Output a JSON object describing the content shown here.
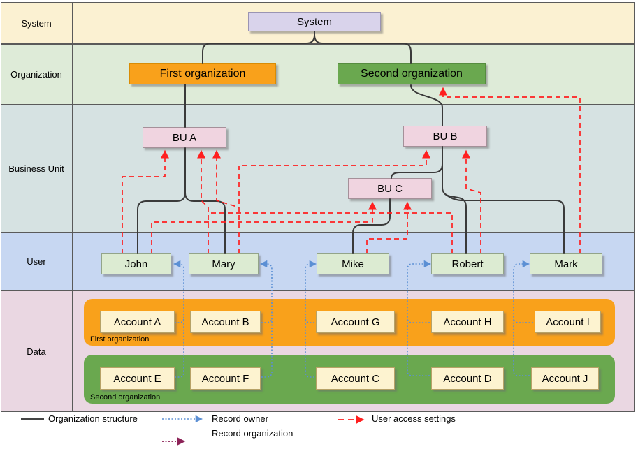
{
  "lanes": [
    "System",
    "Organization",
    "Business Unit",
    "User",
    "Data"
  ],
  "nodes": {
    "system": "System",
    "first_org": "First organization",
    "second_org": "Second organization",
    "bu_a": "BU A",
    "bu_b": "BU B",
    "bu_c": "BU C",
    "users": [
      "John",
      "Mary",
      "Mike",
      "Robert",
      "Mark"
    ],
    "accounts_first_org": [
      "Account A",
      "Account B",
      "Account G",
      "Account H",
      "Account I"
    ],
    "accounts_second_org": [
      "Account E",
      "Account F",
      "Account C",
      "Account D",
      "Account J"
    ],
    "first_org_band_label": "First organization",
    "second_org_band_label": "Second organization"
  },
  "legend": {
    "organization_structure": "Organization structure",
    "record_owner": "Record owner",
    "record_organization": "Record organization",
    "user_access_settings": "User access settings"
  },
  "colors": {
    "lane_system": "#fbf1d2",
    "lane_organization": "#deebd8",
    "lane_business_unit": "#d6e2e2",
    "lane_user": "#c7d7f2",
    "lane_data": "#ead7e2",
    "org_orange": "#f9a11b",
    "org_green": "#6aa84f",
    "system_lavender": "#d9d3eb",
    "bu_pink": "#f0d4e0",
    "user_green": "#dcebd2",
    "account_cream": "#fdf3d0",
    "line_structure": "#3a3a3a",
    "line_record_owner": "#5b8fd4",
    "line_user_access": "#ff1f1f",
    "line_record_organization": "#8c2257"
  },
  "relations": {
    "organization_structure": {
      "System": [
        "First organization",
        "Second organization"
      ],
      "First organization": [
        "BU A"
      ],
      "BU A": [
        "John",
        "Mary"
      ],
      "Second organization": [
        "BU B"
      ],
      "BU B": [
        "BU C",
        "Robert",
        "Mark"
      ],
      "BU C": [
        "Mike"
      ]
    },
    "record_owner": {
      "John": [
        "Account A",
        "Account E"
      ],
      "Mary": [
        "Account B",
        "Account F"
      ],
      "Mike": [
        "Account G",
        "Account C"
      ],
      "Robert": [
        "Account H",
        "Account D"
      ],
      "Mark": [
        "Account I",
        "Account J"
      ]
    },
    "user_access_settings": [
      [
        "John",
        "BU A"
      ],
      [
        "John",
        "BU C"
      ],
      [
        "Mary",
        "BU A"
      ],
      [
        "Mary",
        "BU B"
      ],
      [
        "Mike",
        "BU C"
      ],
      [
        "Robert",
        "BU A"
      ],
      [
        "Robert",
        "BU B"
      ],
      [
        "Mark",
        "Second organization"
      ]
    ]
  }
}
